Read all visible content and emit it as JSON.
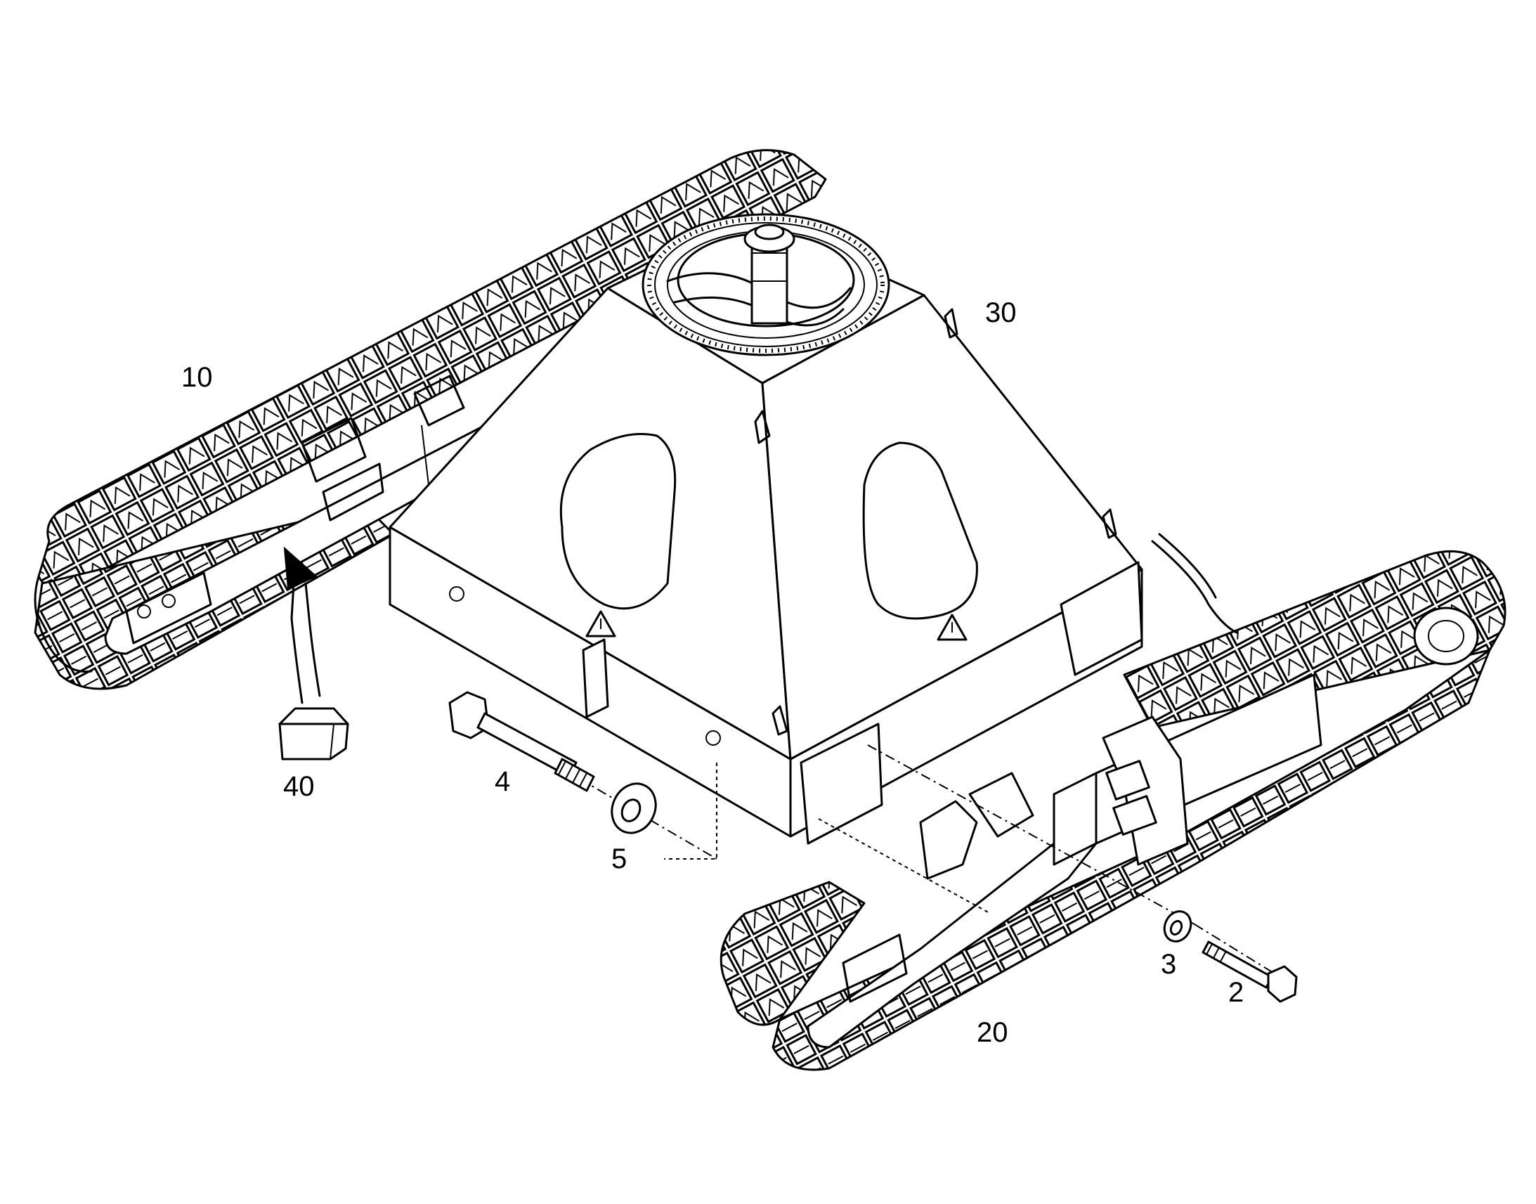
{
  "callouts": {
    "c10": "10",
    "c30": "30",
    "c40": "40",
    "c4": "4",
    "c5": "5",
    "c3": "3",
    "c2": "2",
    "c20": "20"
  },
  "colors": {
    "ink": "#000000",
    "paper": "#ffffff"
  }
}
